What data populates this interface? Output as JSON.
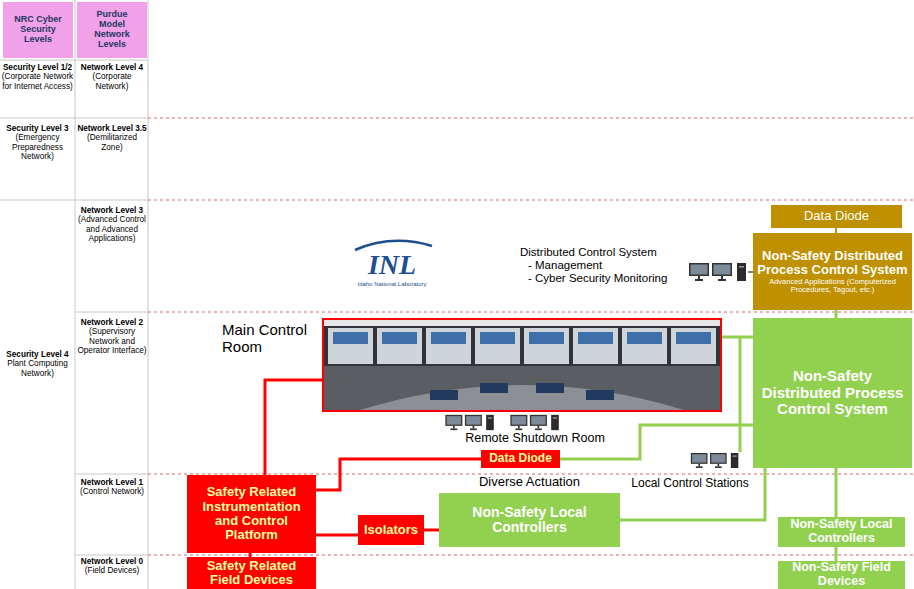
{
  "diagram": {
    "nodes": [
      {
        "text": [
          "NRC Cyber Security Levels"
        ]
      },
      {
        "text": [
          "Purdue Model Network Levels"
        ]
      },
      {
        "text": [
          "Data Diode"
        ]
      },
      {
        "text": [
          "Non-Safety Distributed Process Control System",
          "Advanced Applications (Computerized Procedures, Tagout, etc.)"
        ]
      },
      {
        "text": [
          "Main Control Room"
        ]
      },
      {
        "text": [
          "Non-Safety Distributed Process Control System"
        ]
      },
      {
        "text": [
          "Data Diode"
        ]
      },
      {
        "text": [
          "Safety Related Instrumentation and Control Platform"
        ]
      },
      {
        "text": [
          "Isolators"
        ]
      },
      {
        "text": [
          "Diverse Actuation",
          "Non-Safety Local Controllers"
        ]
      },
      {
        "text": [
          "Non-Safety Local Controllers"
        ]
      },
      {
        "text": [
          "Safety Related Field Devices"
        ]
      },
      {
        "text": [
          "Non-Safety Field Devices"
        ]
      }
    ],
    "edges": [
      {
        "from": 2,
        "to": 3,
        "arrow": "none"
      },
      {
        "from": 3,
        "to": 5,
        "arrow": "none"
      },
      {
        "from": 4,
        "to": 5,
        "arrow": "none"
      },
      {
        "from": 6,
        "to": 5,
        "arrow": "none"
      },
      {
        "from": 7,
        "to": 4,
        "arrow": "none"
      },
      {
        "from": 7,
        "to": 6,
        "arrow": "none"
      },
      {
        "from": 7,
        "to": 8,
        "arrow": "none"
      },
      {
        "from": 8,
        "to": 9,
        "arrow": "none"
      },
      {
        "from": 9,
        "to": 5,
        "arrow": "none"
      },
      {
        "from": 5,
        "to": 10,
        "arrow": "none"
      },
      {
        "from": 10,
        "to": 12,
        "arrow": "none"
      },
      {
        "from": 7,
        "to": 11,
        "arrow": "none"
      }
    ],
    "labels": [
      "Security Level 1/2",
      "(Corporate Network for Internet Access)",
      "Network Level 4",
      "(Corporate Network)",
      "Security Level 3",
      "(Emergency Preparedness Network)",
      "Network Level 3.5",
      "(Demilitarized Zone)",
      "Security Level 4",
      "Plant Computing Network)",
      "Network Level 3",
      "(Advanced Control and Advanced Applications)",
      "Network Level 2",
      "(Supervisory Network and Operator Interface)",
      "Network Level 1",
      "(Control Network)",
      "Network Level 0",
      "(Field Devices)",
      "Distributed Control System",
      "- Management",
      "- Cyber Security Monitoring",
      "INL",
      "Idaho National Laboratory",
      "Remote Shutdown Room",
      "Local Control Stations"
    ]
  }
}
